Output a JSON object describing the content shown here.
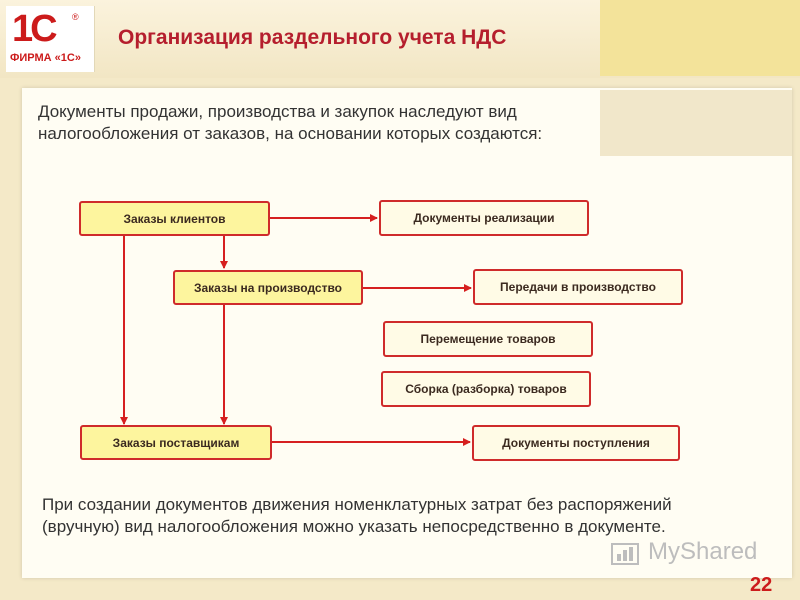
{
  "logo": {
    "mark": "1С",
    "registered": "®",
    "name": "ФИРМА «1С»"
  },
  "title": "Организация раздельного учета НДС",
  "intro": "Документы продажи, производства и закупок наследуют вид налогообложения от заказов, на основании которых создаются:",
  "nodes": {
    "client_orders": "Заказы клиентов",
    "production_orders": "Заказы на производство",
    "supplier_orders": "Заказы поставщикам",
    "sales_documents": "Документы реализации",
    "production_transfers": "Передачи в производство",
    "goods_movement": "Перемещение товаров",
    "goods_assembly": "Сборка (разборка) товаров",
    "receipt_documents": "Документы поступления"
  },
  "footer": "При создании документов движения номенклатурных затрат без распоряжений (вручную) вид налогообложения можно указать непосредственно в документе.",
  "watermark": "MyShared",
  "page_number": "22",
  "colors": {
    "accent": "#cc1b1b",
    "box_fill": "#fdf59e",
    "box_border": "#cf2b2b"
  }
}
